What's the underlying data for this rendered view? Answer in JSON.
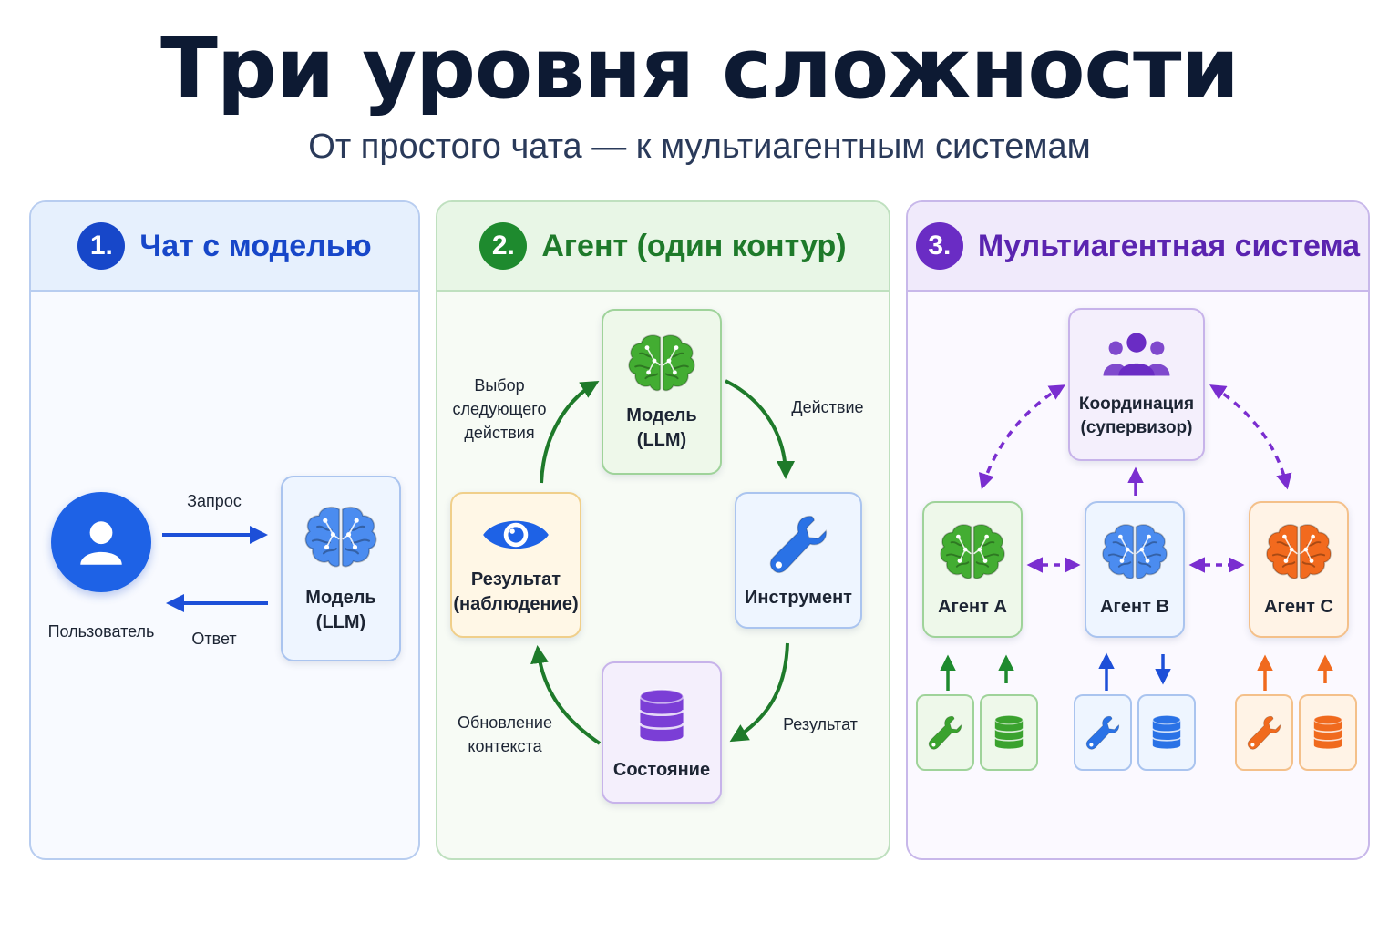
{
  "header": {
    "title": "Три уровня сложности",
    "subtitle": "От простого чата — к мультиагентным системам"
  },
  "panel1": {
    "number": "1.",
    "title": "Чат с моделью",
    "user_label": "Пользователь",
    "model_label": "Модель\n(LLM)",
    "request_label": "Запрос",
    "response_label": "Ответ"
  },
  "panel2": {
    "number": "2.",
    "title": "Агент (один контур)",
    "model_label": "Модель\n(LLM)",
    "tool_label": "Инструмент",
    "state_label": "Состояние",
    "result_label": "Результат\n(наблюдение)",
    "action_label": "Действие",
    "result_edge_label": "Результат",
    "update_label": "Обновление\nконтекста",
    "choose_label": "Выбор\nследующего\nдействия"
  },
  "panel3": {
    "number": "3.",
    "title": "Мультиагентная система",
    "coordinator_label": "Координация\n(супервизор)",
    "agent_a": "Агент A",
    "agent_b": "Агент B",
    "agent_c": "Агент C"
  },
  "colors": {
    "blue": "#1d5fe0",
    "green": "#2f9a2a",
    "purple": "#7a34d0",
    "orange": "#f06a1e"
  }
}
